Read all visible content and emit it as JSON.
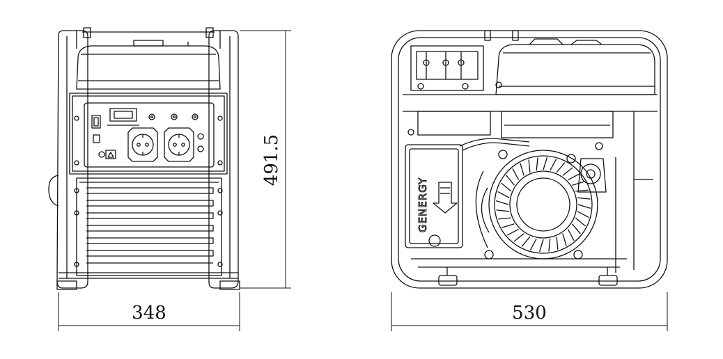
{
  "dimensions": {
    "front_width": "348",
    "front_height": "491.5",
    "side_width": "530"
  },
  "brand": "GENERGY",
  "colors": {
    "line": "#111111",
    "background": "#ffffff"
  }
}
